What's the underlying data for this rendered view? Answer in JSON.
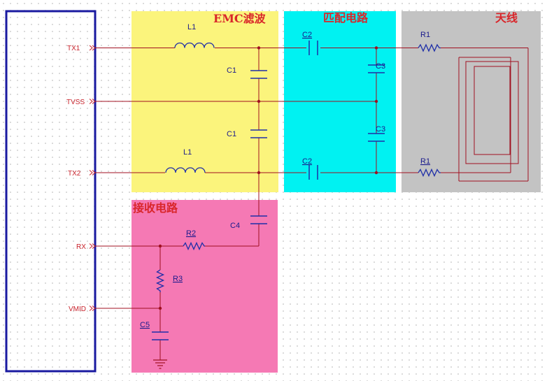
{
  "blocks": {
    "emc": {
      "title": "EMC滤波",
      "color": "#fbf47c"
    },
    "match": {
      "title": "匹配电路",
      "color": "#00f2f2"
    },
    "antenna": {
      "title": "天线",
      "color": "#c3c3c3"
    },
    "receive": {
      "title": "接收电路",
      "color": "#f579b4"
    }
  },
  "pins": {
    "tx1": "TX1",
    "tvss": "TVSS",
    "tx2": "TX2",
    "rx": "RX",
    "vmid": "VMID"
  },
  "components": {
    "l1_top": "L1",
    "l1_bottom": "L1",
    "c1_top": "C1",
    "c1_bottom": "C1",
    "c2_top": "C2",
    "c2_bottom": "C2",
    "c3_top": "C3",
    "c3_bottom": "C3",
    "r1_top": "R1",
    "r1_bottom": "R1",
    "c4": "C4",
    "r2": "R2",
    "r3": "R3",
    "c5": "C5"
  },
  "colors": {
    "wire": "#a01020",
    "component": "#1f2fa8",
    "chip_outline": "#1a1aa0",
    "junction": "#a01020",
    "label": "#c8232c"
  }
}
